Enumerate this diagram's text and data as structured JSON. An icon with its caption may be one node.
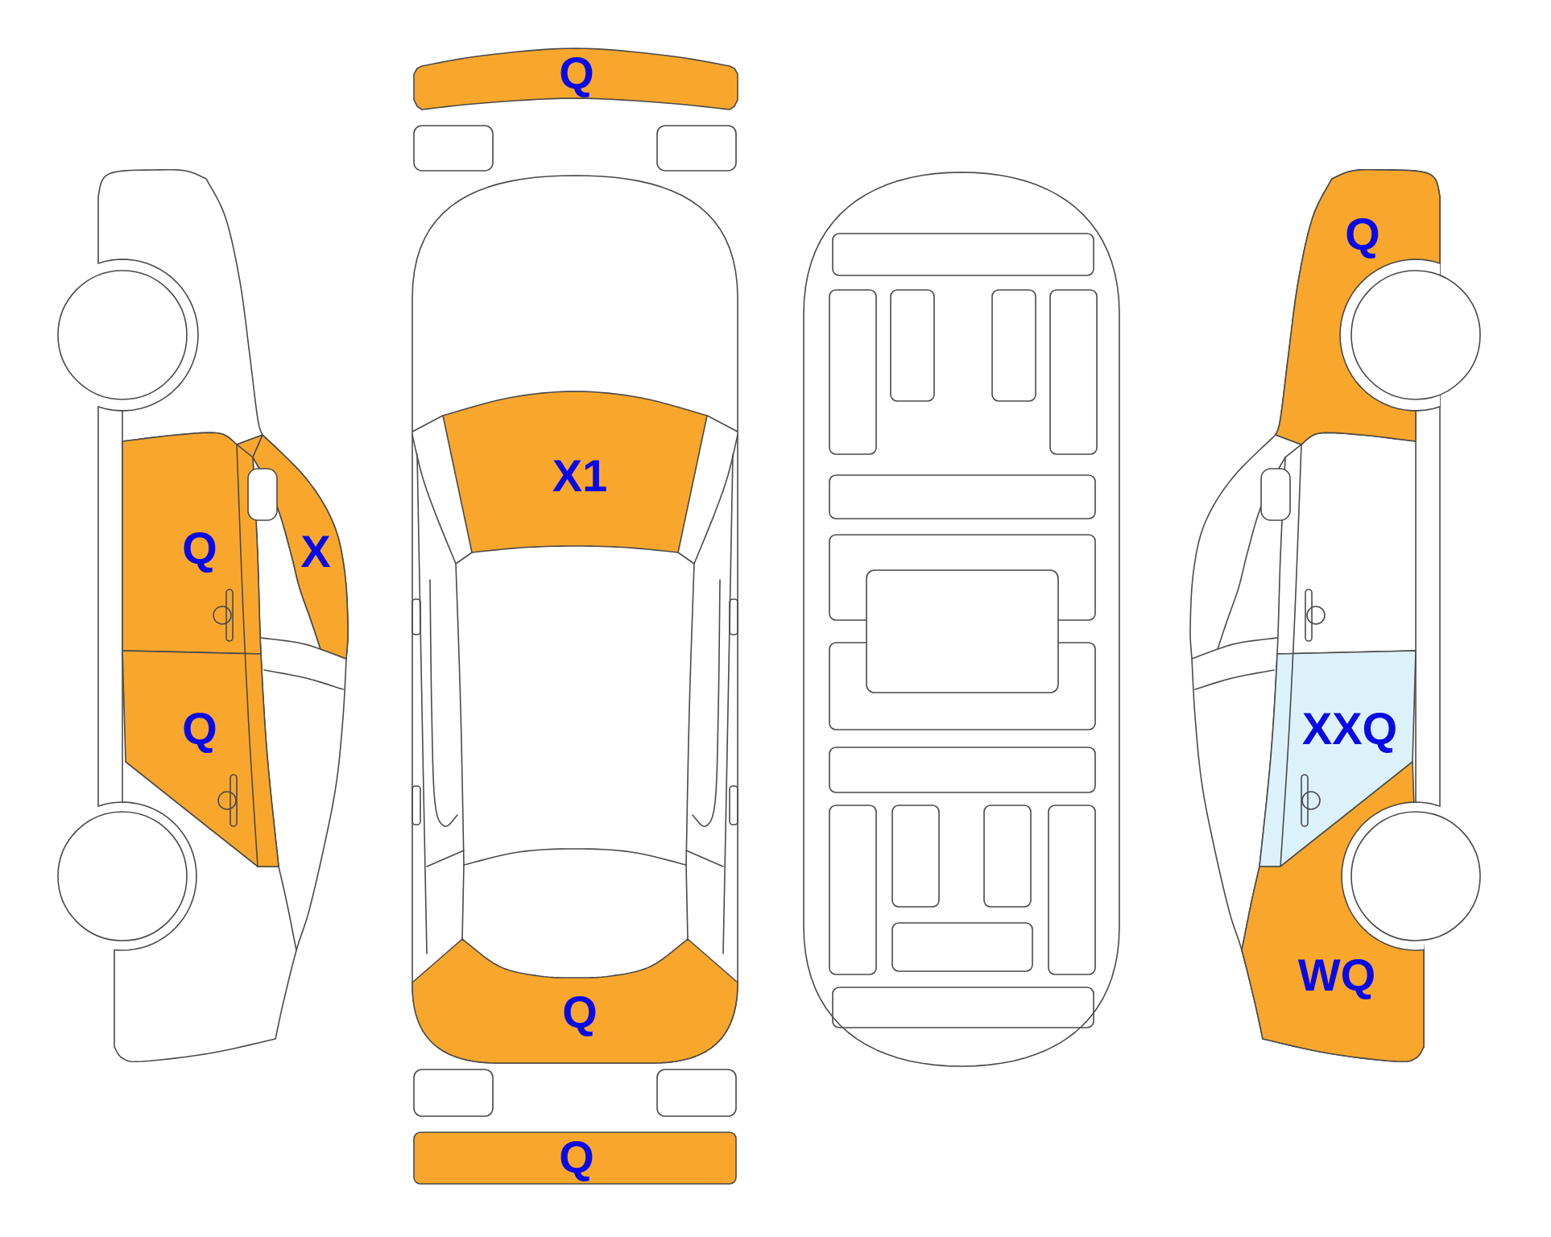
{
  "diagram": {
    "nodes": [
      {
        "text": [
          "Q"
        ]
      },
      {
        "text": [
          "X"
        ]
      },
      {
        "text": [
          "Q"
        ]
      },
      {
        "text": [
          "Q"
        ]
      },
      {
        "text": [
          "X1"
        ]
      },
      {
        "text": [
          "Q"
        ]
      },
      {
        "text": [
          "Q"
        ]
      },
      {
        "text": [
          "Q"
        ]
      },
      {
        "text": [
          "XXQ"
        ]
      },
      {
        "text": [
          "WQ"
        ]
      }
    ]
  }
}
